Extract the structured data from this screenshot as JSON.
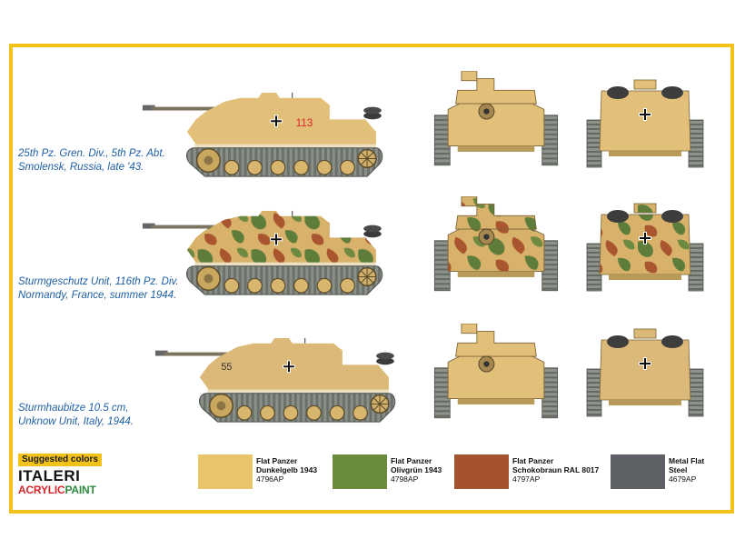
{
  "vehicles": [
    {
      "caption_line1": "25th Pz. Gren. Div., 5th Pz. Abt.",
      "caption_line2": "Smolensk, Russia, late '43.",
      "marking": "113",
      "scheme": "yellow"
    },
    {
      "caption_line1": "Sturmgeschutz Unit, 116th Pz. Div.",
      "caption_line2": "Normandy, France, summer 1944.",
      "marking": "",
      "scheme": "camo"
    },
    {
      "caption_line1": "Sturmhaubitze 10.5 cm,",
      "caption_line2": "Unknow Unit, Italy, 1944.",
      "marking": "55",
      "scheme": "yellow"
    }
  ],
  "brand": {
    "tag": "Suggested colors",
    "name": "ITALERI",
    "paint_a": "ACRYLIC",
    "paint_b": "PAINT"
  },
  "colors": [
    {
      "line1": "Flat Panzer",
      "line2": "Dunkelgelb 1943",
      "code": "4796AP",
      "hex": "#e8c46a"
    },
    {
      "line1": "Flat Panzer",
      "line2": "Olivgrün 1943",
      "code": "4798AP",
      "hex": "#6b8b3c"
    },
    {
      "line1": "Flat Panzer",
      "line2": "Schokobraun RAL 8017",
      "code": "4797AP",
      "hex": "#a5532f"
    },
    {
      "line1": "Metal Flat",
      "line2": "Steel",
      "code": "4679AP",
      "hex": "#5d6166"
    }
  ],
  "palette": {
    "frame": "#f2c21b",
    "caption": "#1f5fa8",
    "marking_red": "#d9262a"
  }
}
